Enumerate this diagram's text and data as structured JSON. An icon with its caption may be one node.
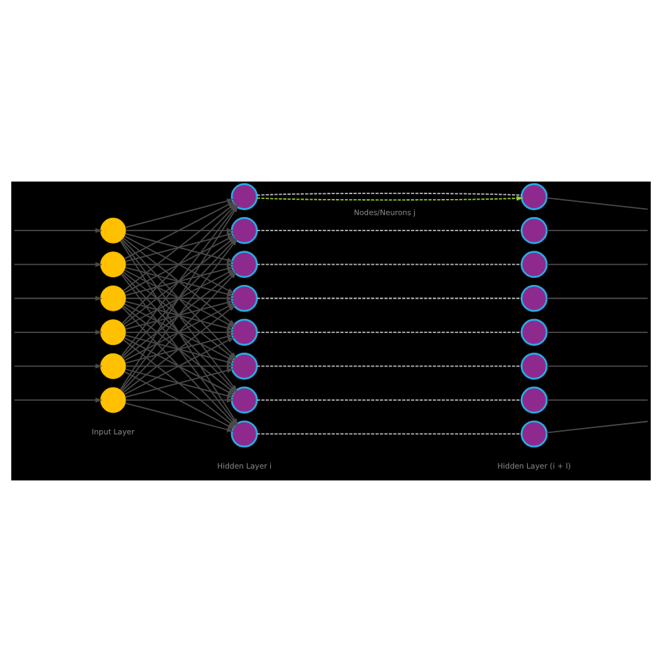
{
  "diagram": {
    "nodes": [
      {
        "text": [],
        "shape": "circle"
      },
      {
        "text": [],
        "shape": "circle"
      },
      {
        "text": [],
        "shape": "circle"
      },
      {
        "text": [],
        "shape": "circle"
      },
      {
        "text": [],
        "shape": "circle"
      },
      {
        "text": [],
        "shape": "circle"
      },
      {
        "text": [],
        "shape": "circle"
      },
      {
        "text": [],
        "shape": "circle"
      },
      {
        "text": [],
        "shape": "circle"
      },
      {
        "text": [],
        "shape": "circle"
      },
      {
        "text": [],
        "shape": "circle"
      },
      {
        "text": [],
        "shape": "circle"
      },
      {
        "text": [],
        "shape": "circle"
      },
      {
        "text": [],
        "shape": "circle"
      },
      {
        "text": [],
        "shape": "circle"
      },
      {
        "text": [],
        "shape": "circle"
      },
      {
        "text": [],
        "shape": "circle"
      },
      {
        "text": [],
        "shape": "circle"
      },
      {
        "text": [],
        "shape": "circle"
      },
      {
        "text": [],
        "shape": "circle"
      },
      {
        "text": [],
        "shape": "circle"
      },
      {
        "text": [],
        "shape": "circle"
      }
    ],
    "edges": [
      {
        "from": null,
        "to": 0,
        "arrow": "to"
      },
      {
        "from": null,
        "to": 1,
        "arrow": "to"
      },
      {
        "from": null,
        "to": 2,
        "arrow": "to"
      },
      {
        "from": null,
        "to": 3,
        "arrow": "to"
      },
      {
        "from": null,
        "to": 4,
        "arrow": "to"
      },
      {
        "from": null,
        "to": 5,
        "arrow": "to"
      },
      {
        "from": 0,
        "to": 6,
        "arrow": "to"
      },
      {
        "from": 0,
        "to": 7,
        "arrow": "to"
      },
      {
        "from": 0,
        "to": 8,
        "arrow": "to"
      },
      {
        "from": 0,
        "to": 9,
        "arrow": "to"
      },
      {
        "from": 0,
        "to": 10,
        "arrow": "to"
      },
      {
        "from": 0,
        "to": 11,
        "arrow": "to"
      },
      {
        "from": 0,
        "to": 12,
        "arrow": "to"
      },
      {
        "from": 0,
        "to": 13,
        "arrow": "to"
      },
      {
        "from": 1,
        "to": 6,
        "arrow": "to"
      },
      {
        "from": 1,
        "to": 7,
        "arrow": "to"
      },
      {
        "from": 1,
        "to": 8,
        "arrow": "to"
      },
      {
        "from": 1,
        "to": 9,
        "arrow": "to"
      },
      {
        "from": 1,
        "to": 10,
        "arrow": "to"
      },
      {
        "from": 1,
        "to": 11,
        "arrow": "to"
      },
      {
        "from": 1,
        "to": 12,
        "arrow": "to"
      },
      {
        "from": 1,
        "to": 13,
        "arrow": "to"
      },
      {
        "from": 2,
        "to": 6,
        "arrow": "to"
      },
      {
        "from": 2,
        "to": 7,
        "arrow": "to"
      },
      {
        "from": 2,
        "to": 8,
        "arrow": "to"
      },
      {
        "from": 2,
        "to": 9,
        "arrow": "to"
      },
      {
        "from": 2,
        "to": 10,
        "arrow": "to"
      },
      {
        "from": 2,
        "to": 11,
        "arrow": "to"
      },
      {
        "from": 2,
        "to": 12,
        "arrow": "to"
      },
      {
        "from": 2,
        "to": 13,
        "arrow": "to"
      },
      {
        "from": 3,
        "to": 6,
        "arrow": "to"
      },
      {
        "from": 3,
        "to": 7,
        "arrow": "to"
      },
      {
        "from": 3,
        "to": 8,
        "arrow": "to"
      },
      {
        "from": 3,
        "to": 9,
        "arrow": "to"
      },
      {
        "from": 3,
        "to": 10,
        "arrow": "to"
      },
      {
        "from": 3,
        "to": 11,
        "arrow": "to"
      },
      {
        "from": 3,
        "to": 12,
        "arrow": "to"
      },
      {
        "from": 3,
        "to": 13,
        "arrow": "to"
      },
      {
        "from": 4,
        "to": 6,
        "arrow": "to"
      },
      {
        "from": 4,
        "to": 7,
        "arrow": "to"
      },
      {
        "from": 4,
        "to": 8,
        "arrow": "to"
      },
      {
        "from": 4,
        "to": 9,
        "arrow": "to"
      },
      {
        "from": 4,
        "to": 10,
        "arrow": "to"
      },
      {
        "from": 4,
        "to": 11,
        "arrow": "to"
      },
      {
        "from": 4,
        "to": 12,
        "arrow": "to"
      },
      {
        "from": 4,
        "to": 13,
        "arrow": "to"
      },
      {
        "from": 5,
        "to": 6,
        "arrow": "to"
      },
      {
        "from": 5,
        "to": 7,
        "arrow": "to"
      },
      {
        "from": 5,
        "to": 8,
        "arrow": "to"
      },
      {
        "from": 5,
        "to": 9,
        "arrow": "to"
      },
      {
        "from": 5,
        "to": 10,
        "arrow": "to"
      },
      {
        "from": 5,
        "to": 11,
        "arrow": "to"
      },
      {
        "from": 5,
        "to": 12,
        "arrow": "to"
      },
      {
        "from": 5,
        "to": 13,
        "arrow": "to"
      },
      {
        "from": 6,
        "to": 14,
        "arrow": "to",
        "style": "dashed",
        "color": "#99cc33"
      },
      {
        "from": 6,
        "to": 14,
        "arrow": "none",
        "style": "dashed",
        "color": "#bbbbbb"
      },
      {
        "from": 7,
        "to": 15,
        "arrow": "none",
        "style": "dashed",
        "color": "#bbbbbb"
      },
      {
        "from": 8,
        "to": 16,
        "arrow": "none",
        "style": "dashed",
        "color": "#bbbbbb"
      },
      {
        "from": 9,
        "to": 17,
        "arrow": "none",
        "style": "dashed",
        "color": "#bbbbbb"
      },
      {
        "from": 10,
        "to": 18,
        "arrow": "none",
        "style": "dashed",
        "color": "#bbbbbb"
      },
      {
        "from": 11,
        "to": 19,
        "arrow": "none",
        "style": "dashed",
        "color": "#bbbbbb"
      },
      {
        "from": 12,
        "to": 20,
        "arrow": "none",
        "style": "dashed",
        "color": "#bbbbbb"
      },
      {
        "from": 13,
        "to": 21,
        "arrow": "none",
        "style": "dashed",
        "color": "#bbbbbb"
      },
      {
        "from": 14,
        "to": null,
        "arrow": "none"
      },
      {
        "from": 15,
        "to": null,
        "arrow": "none"
      },
      {
        "from": 16,
        "to": null,
        "arrow": "none"
      },
      {
        "from": 17,
        "to": null,
        "arrow": "none"
      },
      {
        "from": 18,
        "to": null,
        "arrow": "none"
      },
      {
        "from": 19,
        "to": null,
        "arrow": "none"
      },
      {
        "from": 20,
        "to": null,
        "arrow": "none"
      },
      {
        "from": 21,
        "to": null,
        "arrow": "none"
      }
    ],
    "labels": [
      "Nodes/Neurons j",
      "Input Layer",
      "Hidden Layer i",
      "Hidden Layer (i + l)"
    ]
  }
}
